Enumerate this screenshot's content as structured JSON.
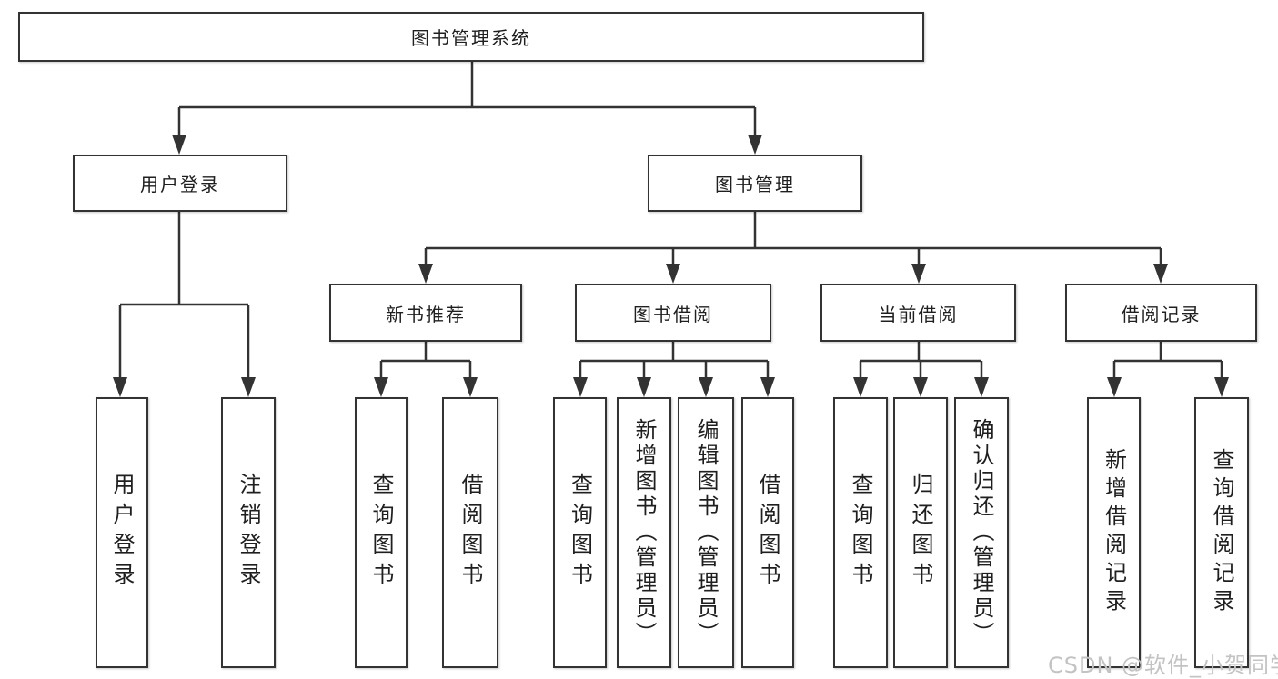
{
  "colors": {
    "line": "#333333",
    "text": "#1f1f1f",
    "background": "#ffffff",
    "watermark": "#c3c3c3"
  },
  "tree": {
    "root": "图书管理系统",
    "level2": {
      "user": "用户登录",
      "book": "图书管理"
    },
    "level3": {
      "newbook": "新书推荐",
      "borrow": "图书借阅",
      "current": "当前借阅",
      "records": "借阅记录"
    },
    "leaves": {
      "user": [
        "用户登录",
        "注销登录"
      ],
      "newbook": [
        "查询图书",
        "借阅图书"
      ],
      "borrow": [
        "查询图书",
        "新增图书（管理员）",
        "编辑图书（管理员）",
        "借阅图书"
      ],
      "current": [
        "查询图书",
        "归还图书",
        "确认归还（管理员）"
      ],
      "records": [
        "新增借阅记录",
        "查询借阅记录"
      ]
    }
  },
  "watermark": {
    "text": "CSDN @软件_小贺同学"
  }
}
